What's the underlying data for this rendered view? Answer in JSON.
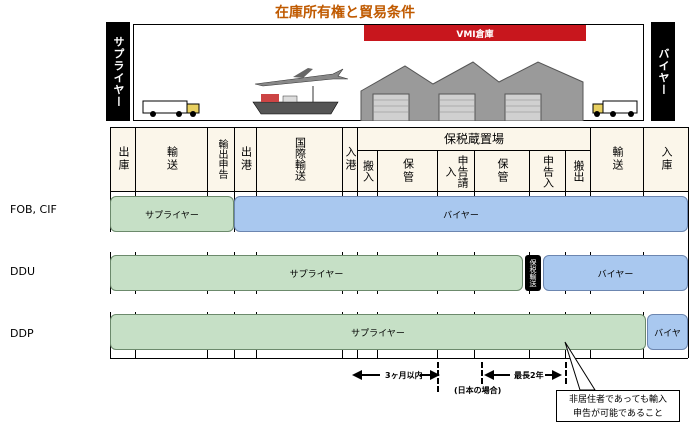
{
  "title": "在庫所有権と貿易条件",
  "banners": {
    "left": "サプライヤー",
    "right": "バイヤー"
  },
  "scene": {
    "warehouse_label": "VMI倉庫"
  },
  "headers": {
    "warehouse_group": "保税蔵置場",
    "cols": [
      "出庫",
      "輸送",
      "輸出申告",
      "出港",
      "国際輸送",
      "入港",
      "搬入",
      "保管",
      "申告請入",
      "保管",
      "申告入",
      "搬出",
      "輸送",
      "入庫"
    ]
  },
  "rows": [
    {
      "label": "FOB, CIF",
      "supplier": "サプライヤー",
      "buyer": "バイヤー"
    },
    {
      "label": "DDU",
      "supplier": "サプライヤー",
      "mid": "保税輸送",
      "buyer": "バイヤー"
    },
    {
      "label": "DDP",
      "supplier": "サプライヤー",
      "buyer": "バイヤ"
    }
  ],
  "notes": {
    "period1": "3ヶ月以内",
    "period1_sub": "(日本の場合)",
    "period2": "最長2年",
    "callout_line1": "非居住者であっても輸入",
    "callout_line2": "申告が可能であること"
  }
}
